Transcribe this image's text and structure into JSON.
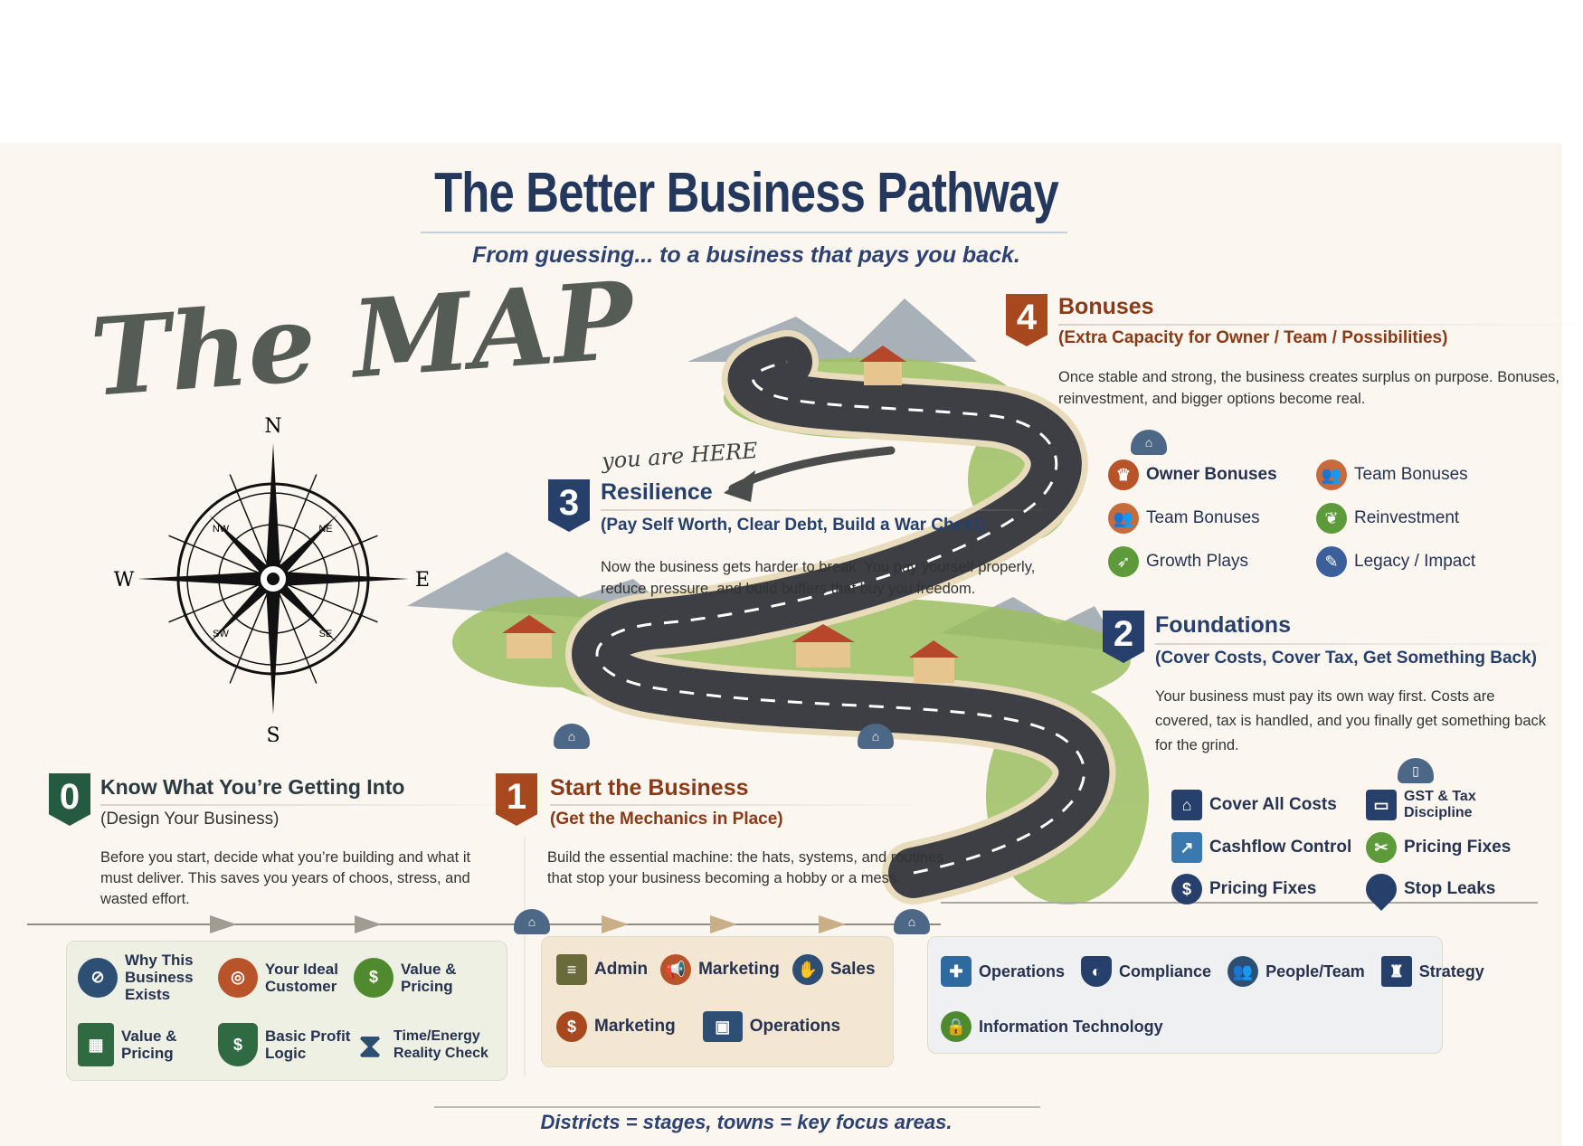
{
  "title": "The Better Business Pathway",
  "subtitle": "From guessing... to a business that pays you back.",
  "map_logo": "The MAP",
  "compass": {
    "n": "N",
    "s": "S",
    "e": "E",
    "w": "W",
    "ne": "NE",
    "nw": "NW",
    "se": "SE",
    "sw": "SW"
  },
  "you_are_here": "you are HERE",
  "colors": {
    "stage0": "#245a3f",
    "stage1": "#a8481f",
    "stage2": "#27406b",
    "stage3": "#27406b",
    "stage4": "#a8481f"
  },
  "stages": {
    "s0": {
      "num": "0",
      "title": "Know What You’re Getting Into",
      "sub": "(Design Your Business)",
      "desc": "Before you start, decide what you’re building and what it must deliver. This saves you years of choos, stress, and wasted effort.",
      "items": [
        "Why This Business Exists",
        "Your Ideal Customer",
        "Value & Pricing",
        "Value & Pricing",
        "Basic Profit Logic",
        "Time/Energy Reality Check"
      ]
    },
    "s1": {
      "num": "1",
      "title": "Start the Business",
      "sub": "(Get the Mechanics in Place)",
      "desc": "Build the essential machine: the hats, systems, and routines that stop your business becoming a hobby or a mess.",
      "items": [
        "Admin",
        "Marketing",
        "Sales",
        "Marketing",
        "Operations"
      ]
    },
    "s2": {
      "num": "2",
      "title": "Foundations",
      "sub": "(Cover Costs, Cover Tax, Get Something Back)",
      "desc": "Your business must pay its own way first. Costs are covered, tax is handled, and you finally get something back for the grind.",
      "items": [
        "Cover All Costs",
        "GST & Tax Discipline",
        "Cashflow Control",
        "Pricing Fixes",
        "Pricing Fixes",
        "Stop Leaks"
      ],
      "ops_items": [
        "Operations",
        "Compliance",
        "People/Team",
        "Strategy",
        "Information Technology"
      ]
    },
    "s3": {
      "num": "3",
      "title": "Resilience",
      "sub": "(Pay Self Worth, Clear Debt, Build a War Chest)",
      "desc": "Now the business gets harder to break. You pay yourself properly, reduce pressure, and build buffers that buy you freedom."
    },
    "s4": {
      "num": "4",
      "title": "Bonuses",
      "sub": "(Extra Capacity for Owner / Team / Possibilities)",
      "desc": "Once stable and strong, the business creates surplus on purpose. Bonuses, reinvestment, and bigger options become real.",
      "items": [
        "Owner Bonuses",
        "Team Bonuses",
        "Team Bonuses",
        "Reinvestment",
        "Growth Plays",
        "Legacy / Impact"
      ]
    }
  },
  "footer": "Districts = stages,  towns = key focus areas."
}
